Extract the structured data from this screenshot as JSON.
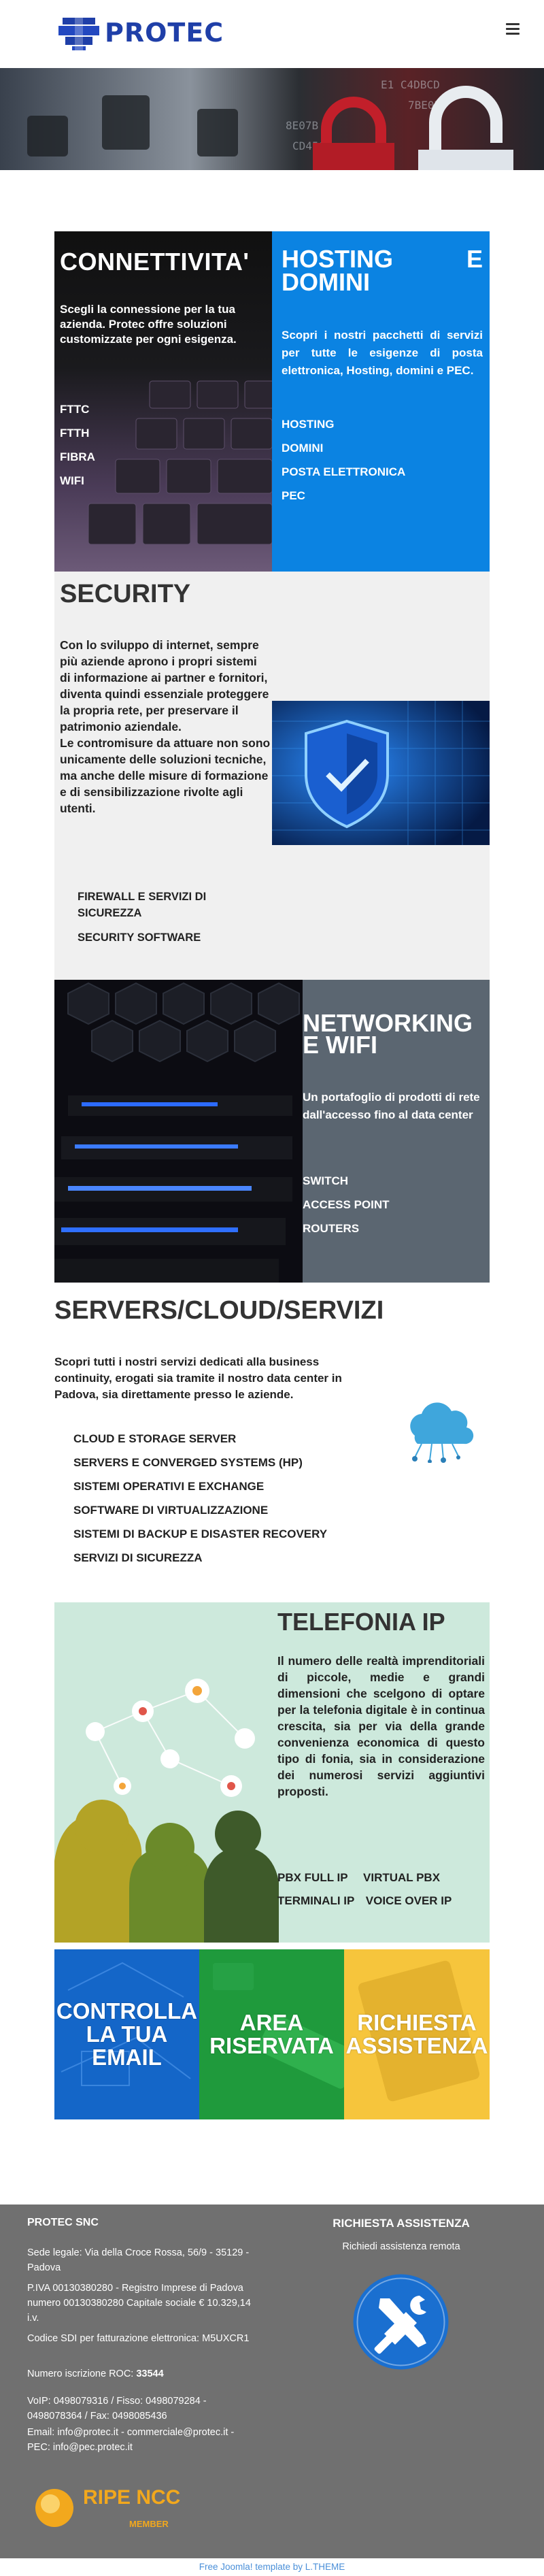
{
  "header": {
    "brand": "PROTEC",
    "menu_icon": "hamburger-menu-icon",
    "accent": "#1f3fa8"
  },
  "hero": {
    "image": "padlock-security-banner"
  },
  "connettivita": {
    "title": "CONNETTIVITA'",
    "description": "Scegli la connessione per la tua azienda. Protec offre soluzioni customizzate per ogni esigenza.",
    "items": [
      "FTTC",
      "FTTH",
      "FIBRA",
      "WIFI"
    ]
  },
  "hosting": {
    "title": "HOSTING E DOMINI",
    "description": "Scopri i nostri pacchetti di servizi per tutte le esigenze di posta elettronica, Hosting, domini e PEC.",
    "items": [
      "HOSTING",
      "DOMINI",
      "POSTA ELETTRONICA",
      "PEC"
    ],
    "color": "#0b83e2"
  },
  "security": {
    "title": "SECURITY",
    "description_1": "Con lo sviluppo di internet, sempre più aziende aprono i propri sistemi di informazione ai partner e fornitori, diventa quindi essenziale proteggere la propria rete, per preservare il patrimonio aziendale.",
    "description_2": "Le contromisure da attuare non sono unicamente delle soluzioni tecniche, ma anche delle misure di formazione e di sensibilizzazione rivolte agli utenti.",
    "items": [
      "FIREWALL E SERVIZI DI SICUREZZA",
      "SECURITY SOFTWARE"
    ]
  },
  "networking": {
    "title": "NETWORKING E WIFI",
    "description": "Un portafoglio di prodotti di rete dall'accesso fino al data center",
    "items": [
      "SWITCH",
      "ACCESS POINT",
      "ROUTERS"
    ],
    "color": "#5b6671"
  },
  "servers": {
    "title": "SERVERS/CLOUD/SERVIZI",
    "description": "Scopri tutti i nostri servizi dedicati alla business continuity, erogati sia tramite il nostro data center in Padova, sia direttamente presso le aziende.",
    "items": [
      "CLOUD E STORAGE SERVER",
      "SERVERS E CONVERGED SYSTEMS (HP)",
      "SISTEMI OPERATIVI E EXCHANGE",
      "SOFTWARE DI VIRTUALIZZAZIONE",
      "SISTEMI DI BACKUP E DISASTER RECOVERY",
      "SERVIZI DI SICUREZZA"
    ]
  },
  "telefonia": {
    "title": "TELEFONIA IP",
    "description": "Il numero delle realtà imprenditoriali di piccole, medie e grandi dimensioni che scelgono di optare per la telefonia digitale è in continua crescita, sia per via della grande convenienza economica di questo tipo di fonia, sia in considerazione dei numerosi servizi aggiuntivi proposti.",
    "items": [
      "PBX FULL IP",
      "VIRTUAL PBX",
      "TERMINALI IP",
      "VOICE OVER IP"
    ]
  },
  "tiles": {
    "email": "CONTROLLA LA TUA EMAIL",
    "area": "AREA RISERVATA",
    "help": "RICHIESTA ASSISTENZA"
  },
  "footer": {
    "company": "PROTEC SNC",
    "address": "Sede legale: Via della Croce Rossa, 56/9 - 35129 - Padova",
    "piva": "P.IVA 00130380280 - Registro Imprese di Padova numero 00130380280 Capitale sociale € 10.329,14 i.v.",
    "sdi": "Codice SDI per fatturazione elettronica: M5UXCR1",
    "roc_label": "Numero iscrizione ROC:",
    "roc_value": "33544",
    "contacts": "VoIP: 0498079316 / Fisso: 0498079284 - 0498078364 / Fax: 0498085436",
    "email": "Email: info@protec.it - commerciale@protec.it - PEC: info@pec.protec.it",
    "assist_title": "RICHIESTA ASSISTENZA",
    "assist_sub": "Richiedi assistenza remota",
    "ripe_badge": "RIPE NCC",
    "ripe_member": "MEMBER",
    "credits": "Free Joomla! template by L.THEME"
  }
}
